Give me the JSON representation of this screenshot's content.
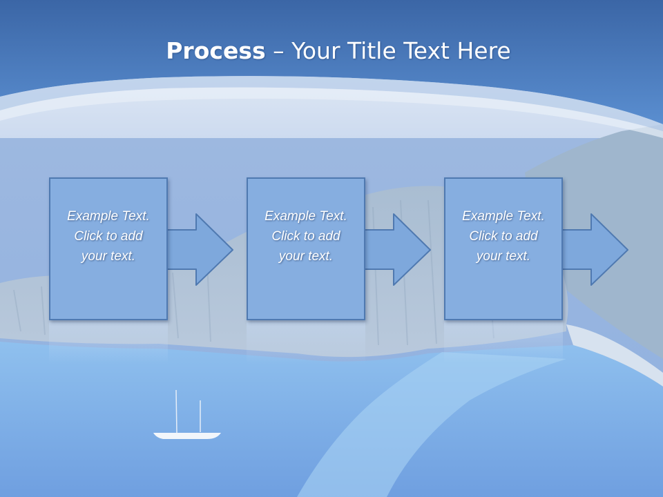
{
  "title": {
    "bold": "Process",
    "normal": " – Your Title Text Here"
  },
  "steps": [
    {
      "line1": "Example Text.",
      "line2": "Click  to add",
      "line3": "your text."
    },
    {
      "line1": "Example Text.",
      "line2": "Click  to add",
      "line3": "your text."
    },
    {
      "line1": "Example Text.",
      "line2": "Click  to add",
      "line3": "your text."
    }
  ],
  "colors": {
    "header_top": "#3f6aa8",
    "header_bottom": "#5b8fd0",
    "box_fill": "#86aee0",
    "box_border": "#4f79b0",
    "arrow_fill": "#7ea8dc",
    "sea": "#6f9ee0"
  }
}
